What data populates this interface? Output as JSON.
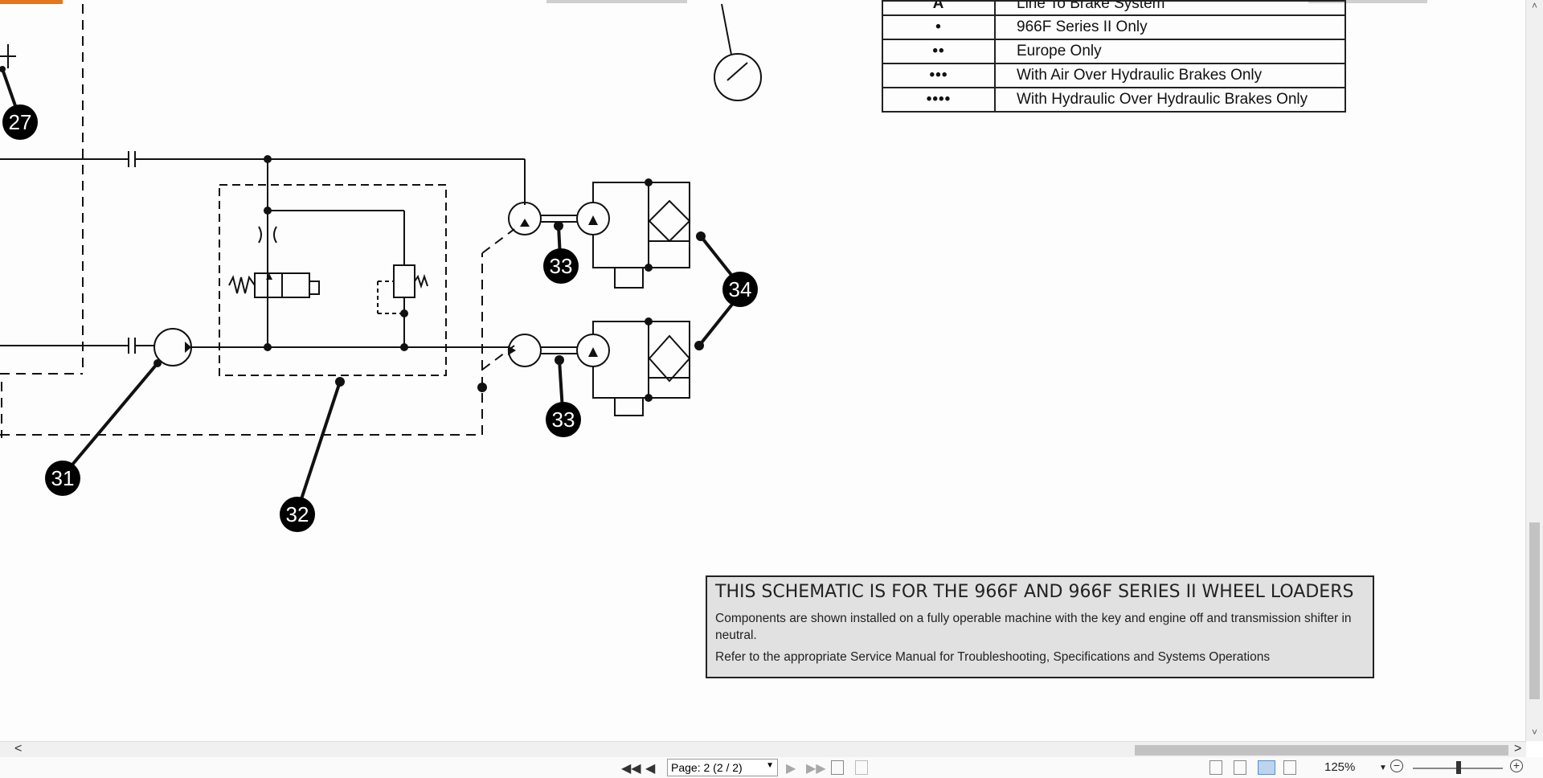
{
  "legend": {
    "rows": [
      {
        "symbol": "A",
        "text": "Line To Brake System"
      },
      {
        "symbol": "•",
        "text": "966F Series II Only"
      },
      {
        "symbol": "••",
        "text": "Europe Only"
      },
      {
        "symbol": "•••",
        "text": "With Air Over Hydraulic Brakes Only"
      },
      {
        "symbol": "••••",
        "text": "With Hydraulic Over Hydraulic Brakes Only"
      }
    ]
  },
  "callouts": [
    "27",
    "31",
    "32",
    "33",
    "33",
    "34"
  ],
  "note": {
    "title": "THIS SCHEMATIC IS FOR THE 966F AND 966F SERIES II WHEEL LOADERS",
    "line1": "Components are shown installed on a fully operable machine with the key and engine off and transmission shifter in neutral.",
    "line2": "Refer to the appropriate Service Manual for Troubleshooting, Specifications and Systems Operations"
  },
  "statusbar": {
    "page_label": "Page: 2 (2 / 2)",
    "zoom": "125%",
    "first_page": "◀◀",
    "prev_page": "◀",
    "next_page": "▶",
    "last_page": "▶▶",
    "zoom_out": "−",
    "zoom_in": "+"
  },
  "scroll": {
    "left": "<",
    "right": ">",
    "up": "˄",
    "down": "˅"
  },
  "colors": {
    "accent": "#e8751a",
    "note_bg": "#e2e1e2"
  }
}
